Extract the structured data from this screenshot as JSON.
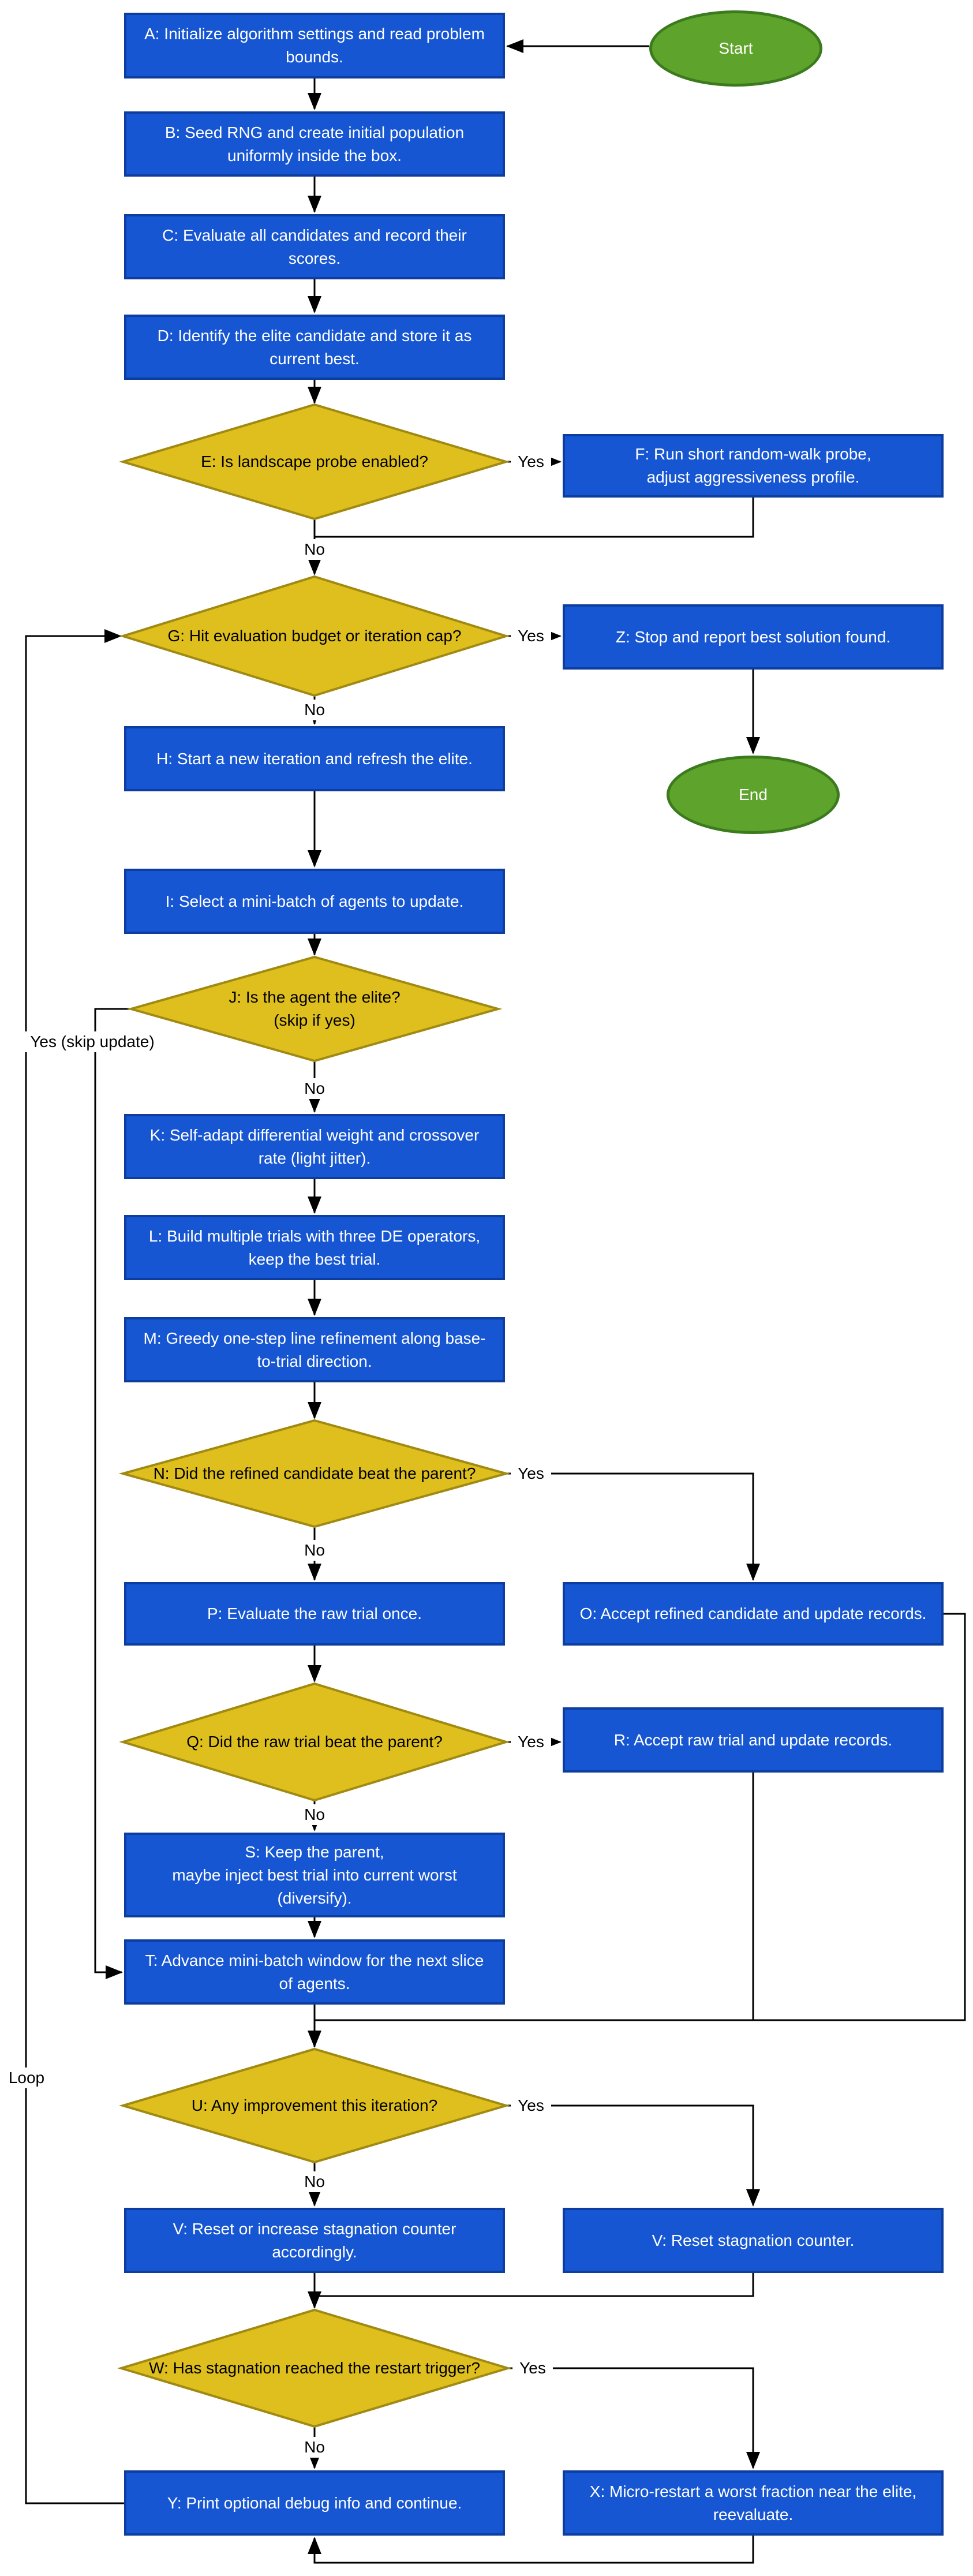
{
  "colors": {
    "background": "#FFFFFF",
    "process_fill": "#1656D3",
    "process_border": "#0D3D9E",
    "process_text": "#FFFFFF",
    "decision_fill": "#DFBF1E",
    "decision_border": "#A18A12",
    "decision_text": "#000000",
    "terminal_fill": "#5EA32B",
    "terminal_border": "#3C7A1E",
    "terminal_text": "#FFFFFF",
    "edge_color": "#000000"
  },
  "nodes": {
    "start": {
      "label": "Start",
      "type": "terminal"
    },
    "a": {
      "label": "A: Initialize algorithm settings and read problem\nbounds.",
      "type": "process"
    },
    "b": {
      "label": "B: Seed RNG and create initial population\nuniformly inside the box.",
      "type": "process"
    },
    "c": {
      "label": "C: Evaluate all candidates and record their\nscores.",
      "type": "process"
    },
    "d": {
      "label": "D: Identify the elite candidate and store it as\ncurrent best.",
      "type": "process"
    },
    "e": {
      "label": "E: Is landscape probe enabled?",
      "type": "decision"
    },
    "f": {
      "label": "F: Run short random-walk probe,\nadjust aggressiveness profile.",
      "type": "process"
    },
    "g": {
      "label": "G: Hit evaluation budget or iteration cap?",
      "type": "decision"
    },
    "z": {
      "label": "Z: Stop and report best solution found.",
      "type": "process"
    },
    "h": {
      "label": "H: Start a new iteration and refresh the elite.",
      "type": "process"
    },
    "end": {
      "label": "End",
      "type": "terminal"
    },
    "i": {
      "label": "I: Select a mini-batch of agents to update.",
      "type": "process"
    },
    "j": {
      "label": "J: Is the agent the elite?\n(skip if yes)",
      "type": "decision"
    },
    "k": {
      "label": "K: Self-adapt differential weight and crossover\nrate (light jitter).",
      "type": "process"
    },
    "l": {
      "label": "L: Build multiple trials with three DE operators,\nkeep the best trial.",
      "type": "process"
    },
    "m": {
      "label": "M: Greedy one-step line refinement along base-\nto-trial direction.",
      "type": "process"
    },
    "n": {
      "label": "N: Did the refined candidate beat the parent?",
      "type": "decision"
    },
    "o": {
      "label": "O: Accept refined candidate and update records.",
      "type": "process"
    },
    "p": {
      "label": "P: Evaluate the raw trial once.",
      "type": "process"
    },
    "q": {
      "label": "Q: Did the raw trial beat the parent?",
      "type": "decision"
    },
    "r": {
      "label": "R: Accept raw trial and update records.",
      "type": "process"
    },
    "s": {
      "label": "S: Keep the parent,\nmaybe inject best trial into current worst\n(diversify).",
      "type": "process"
    },
    "t": {
      "label": "T: Advance mini-batch window for the next slice\nof agents.",
      "type": "process"
    },
    "u": {
      "label": "U: Any improvement this iteration?",
      "type": "decision"
    },
    "v1": {
      "label": "V: Reset or increase stagnation counter\naccordingly.",
      "type": "process"
    },
    "v2": {
      "label": "V: Reset stagnation counter.",
      "type": "process"
    },
    "w": {
      "label": "W: Has stagnation reached the restart trigger?",
      "type": "decision"
    },
    "y": {
      "label": "Y: Print optional debug info and continue.",
      "type": "process"
    },
    "x": {
      "label": "X: Micro-restart a worst fraction near the elite,\nreevaluate.",
      "type": "process"
    }
  },
  "edge_labels": {
    "e_yes": "Yes",
    "e_no": "No",
    "g_yes": "Yes",
    "g_no": "No",
    "j_yes": "Yes (skip update)",
    "j_no": "No",
    "n_yes": "Yes",
    "n_no": "No",
    "q_yes": "Yes",
    "q_no": "No",
    "u_yes": "Yes",
    "u_no": "No",
    "w_yes": "Yes",
    "w_no": "No",
    "loop": "Loop"
  },
  "flow": [
    {
      "from": "start",
      "to": "a",
      "label": ""
    },
    {
      "from": "a",
      "to": "b",
      "label": ""
    },
    {
      "from": "b",
      "to": "c",
      "label": ""
    },
    {
      "from": "c",
      "to": "d",
      "label": ""
    },
    {
      "from": "d",
      "to": "e",
      "label": ""
    },
    {
      "from": "e",
      "to": "f",
      "label": "Yes"
    },
    {
      "from": "e",
      "to": "g",
      "label": "No"
    },
    {
      "from": "f",
      "to": "g",
      "label": ""
    },
    {
      "from": "g",
      "to": "z",
      "label": "Yes"
    },
    {
      "from": "g",
      "to": "h",
      "label": "No"
    },
    {
      "from": "z",
      "to": "end",
      "label": ""
    },
    {
      "from": "h",
      "to": "i",
      "label": ""
    },
    {
      "from": "i",
      "to": "j",
      "label": ""
    },
    {
      "from": "j",
      "to": "t",
      "label": "Yes (skip update)"
    },
    {
      "from": "j",
      "to": "k",
      "label": "No"
    },
    {
      "from": "k",
      "to": "l",
      "label": ""
    },
    {
      "from": "l",
      "to": "m",
      "label": ""
    },
    {
      "from": "m",
      "to": "n",
      "label": ""
    },
    {
      "from": "n",
      "to": "o",
      "label": "Yes"
    },
    {
      "from": "n",
      "to": "p",
      "label": "No"
    },
    {
      "from": "p",
      "to": "q",
      "label": ""
    },
    {
      "from": "q",
      "to": "r",
      "label": "Yes"
    },
    {
      "from": "q",
      "to": "s",
      "label": "No"
    },
    {
      "from": "s",
      "to": "t",
      "label": ""
    },
    {
      "from": "o",
      "to": "t",
      "label": ""
    },
    {
      "from": "r",
      "to": "t",
      "label": ""
    },
    {
      "from": "t",
      "to": "u",
      "label": ""
    },
    {
      "from": "u",
      "to": "v2",
      "label": "Yes"
    },
    {
      "from": "u",
      "to": "v1",
      "label": "No"
    },
    {
      "from": "v2",
      "to": "w",
      "label": ""
    },
    {
      "from": "v1",
      "to": "w",
      "label": ""
    },
    {
      "from": "w",
      "to": "x",
      "label": "Yes"
    },
    {
      "from": "w",
      "to": "y",
      "label": "No"
    },
    {
      "from": "x",
      "to": "y",
      "label": ""
    },
    {
      "from": "y",
      "to": "g",
      "label": "Loop"
    }
  ]
}
